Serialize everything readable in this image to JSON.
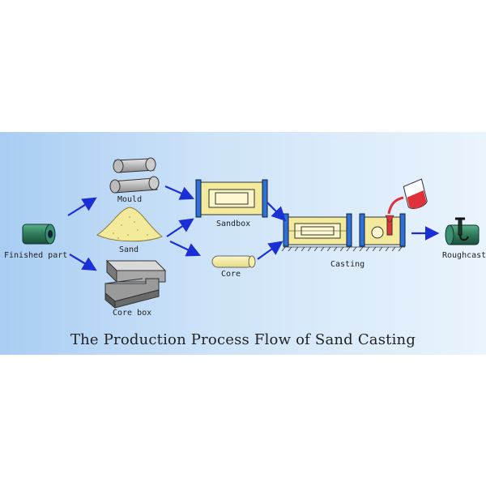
{
  "title": "The Production Process Flow of Sand Casting",
  "labels": {
    "finished_part": "Finished part",
    "mould": "Mould",
    "sand": "Sand",
    "core_box": "Core box",
    "sandbox": "Sandbox",
    "core": "Core",
    "casting": "Casting",
    "roughcast": "Roughcast"
  },
  "colors": {
    "arrow": "#1b2fd6",
    "sand": "#f3ea9c",
    "metal_dark": "#2e7a5a",
    "flask_blue": "#2f6fd8",
    "molten": "#e0303a"
  }
}
